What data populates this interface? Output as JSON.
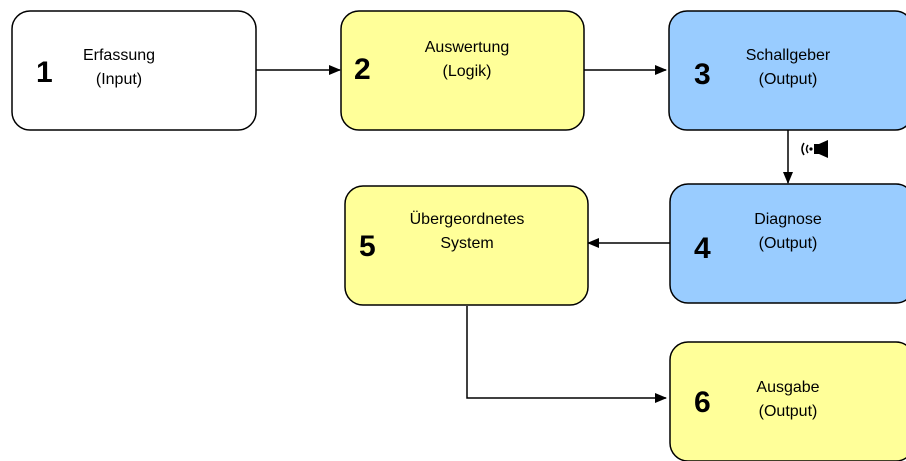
{
  "colors": {
    "white": "#ffffff",
    "yellow": "#ffff99",
    "blue": "#99ccff",
    "stroke": "#000000"
  },
  "boxes": [
    {
      "number": "1",
      "line1": "Erfassung",
      "line2": "(Input)",
      "fill": "white"
    },
    {
      "number": "2",
      "line1": "Auswertung",
      "line2": "(Logik)",
      "fill": "yellow"
    },
    {
      "number": "3",
      "line1": "Schallgeber",
      "line2": "(Output)",
      "fill": "blue"
    },
    {
      "number": "4",
      "line1": "Diagnose",
      "line2": "(Output)",
      "fill": "blue"
    },
    {
      "number": "5",
      "line1": "Übergeordnetes",
      "line2": "System",
      "fill": "yellow"
    },
    {
      "number": "6",
      "line1": "Ausgabe",
      "line2": "(Output)",
      "fill": "yellow"
    }
  ],
  "icons": {
    "sound": "speaker-sound-icon"
  }
}
